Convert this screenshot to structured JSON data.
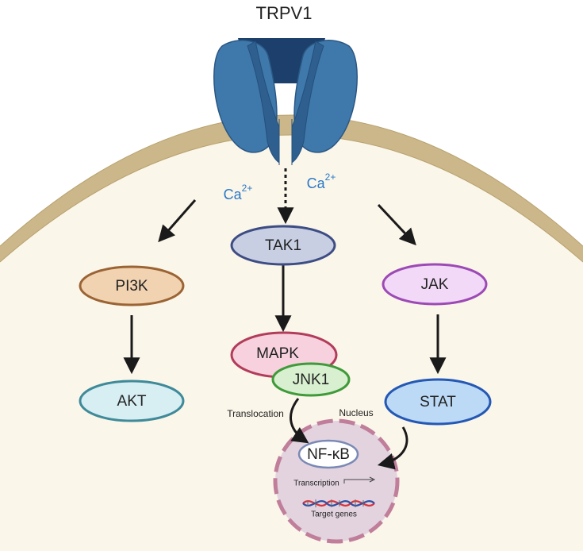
{
  "title": "TRPV1",
  "ion_left": "Ca",
  "ion_left_sup": "2+",
  "ion_right": "Ca",
  "ion_right_sup": "2+",
  "nodes": {
    "tak1": "TAK1",
    "pi3k": "PI3K",
    "jak": "JAK",
    "akt": "AKT",
    "mapk": "MAPK",
    "jnk1": "JNK1",
    "stat": "STAT",
    "nfkb": "NF-κB"
  },
  "annotations": {
    "translocation": "Translocation",
    "nucleus": "Nucleus",
    "transcription": "Transcription",
    "target_genes": "Target genes"
  },
  "colors": {
    "membrane": "#cbb789",
    "cytoplasm": "#fbf6ea",
    "channel_dark": "#1c3f6b",
    "channel_mid": "#2f5f8f",
    "channel_light": "#3f79ab",
    "tak1_fill": "#c8cfe3",
    "tak1_stroke": "#3d4d84",
    "pi3k_fill": "#f1d3b2",
    "pi3k_stroke": "#9b6434",
    "jak_fill": "#f2d9f7",
    "jak_stroke": "#9c4ab5",
    "akt_fill": "#d7eef3",
    "akt_stroke": "#3f8a99",
    "mapk_fill": "#f7d2de",
    "mapk_stroke": "#b23c5a",
    "jnk1_fill": "#d9f0d0",
    "jnk1_stroke": "#3f9a3a",
    "stat_fill": "#bcdaf6",
    "stat_stroke": "#2458b4",
    "nucleus_fill": "#e2d3df",
    "nucleus_stroke": "#c07e9b",
    "nfkb_fill": "#ffffff",
    "nfkb_stroke": "#7a89b5",
    "ion": "#2a78c8"
  },
  "icons": [
    "trpv1-channel-icon",
    "dna-helix-icon",
    "transcription-arrow-icon"
  ]
}
